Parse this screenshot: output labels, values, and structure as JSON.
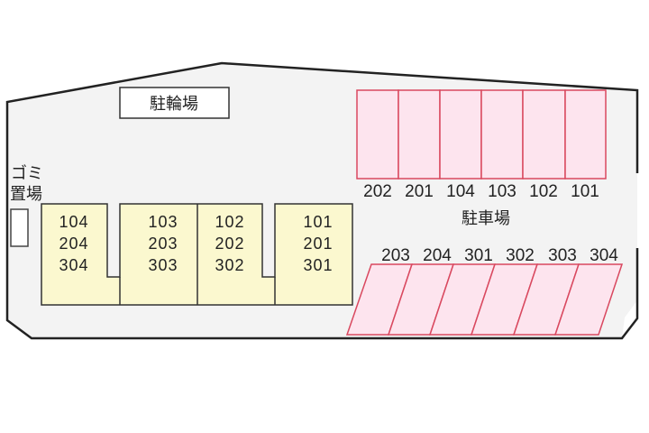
{
  "map": {
    "bicycle_parking_label": "駐輪場",
    "garbage_area_label_line1": "ゴミ",
    "garbage_area_label_line2": "置場",
    "car_parking_label": "駐車場",
    "colors": {
      "site_fill": "#f3f3f3",
      "outline": "#222222",
      "building_fill": "#fbf8cf",
      "parking_fill": "#fde4ee",
      "parking_stroke": "#d9485f"
    },
    "top_parking": [
      "202",
      "201",
      "104",
      "103",
      "102",
      "101"
    ],
    "bottom_parking": [
      "203",
      "204",
      "301",
      "302",
      "303",
      "304"
    ],
    "buildings": [
      {
        "units": [
          "104",
          "204",
          "304"
        ]
      },
      {
        "units": [
          "103",
          "203",
          "303"
        ]
      },
      {
        "units": [
          "102",
          "202",
          "302"
        ]
      },
      {
        "units": [
          "101",
          "201",
          "301"
        ]
      }
    ]
  }
}
